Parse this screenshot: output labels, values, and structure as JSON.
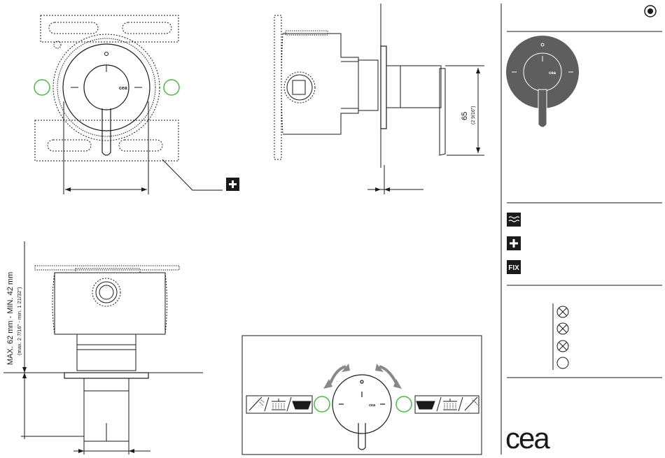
{
  "dimensions": {
    "height_value": "65",
    "height_imperial": "(2 9/16\")",
    "depth_metric": "MAX. 62 mm - MIN. 42 mm",
    "depth_imperial": "(max. 2 7/16\" - min. 1 21/32\")"
  },
  "brand": {
    "logo_text": "cea",
    "knob_mark": "cea"
  },
  "symbols": {
    "fix_label": "FIX"
  },
  "colors": {
    "product_dark": "#5e5e5e",
    "ring_green": "#4cb944",
    "line": "#1a1a1a",
    "arrow_gray": "#888888"
  }
}
